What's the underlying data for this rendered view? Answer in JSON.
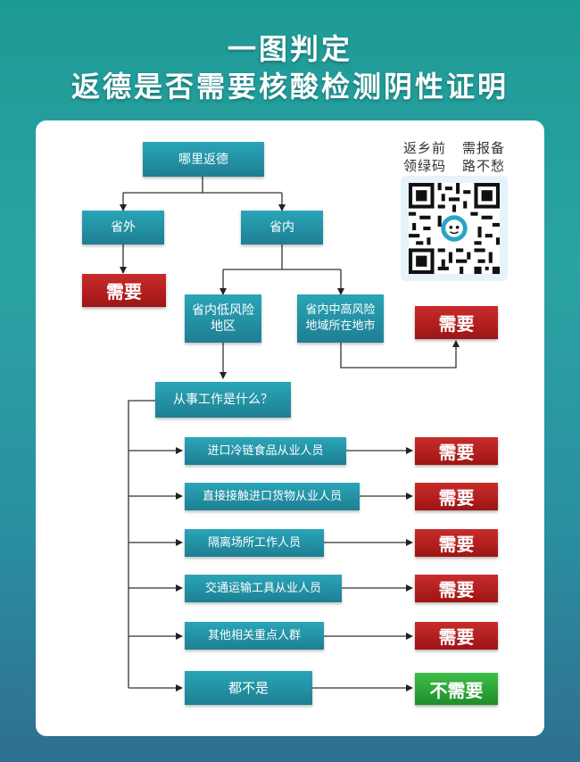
{
  "title": {
    "line1": "一图判定",
    "line2": "返德是否需要核酸检测阴性证明"
  },
  "qr": {
    "caption_left_1": "返乡前",
    "caption_left_2": "领绿码",
    "caption_right_1": "需报备",
    "caption_right_2": "路不愁"
  },
  "flow": {
    "start": "哪里返德",
    "outside": "省外",
    "inside": "省内",
    "outside_result": "需要",
    "low_risk": "省内低风险\n地区",
    "mid_high_risk": "省内中高风险\n地域所在地市",
    "mid_high_result": "需要",
    "question": "从事工作是什么？",
    "jobs": [
      {
        "label": "进口冷链食品从业人员",
        "result": "需要"
      },
      {
        "label": "直接接触进口货物从业人员",
        "result": "需要"
      },
      {
        "label": "隔离场所工作人员",
        "result": "需要"
      },
      {
        "label": "交通运输工具从业人员",
        "result": "需要"
      },
      {
        "label": "其他相关重点人群",
        "result": "需要"
      },
      {
        "label": "都不是",
        "result": "不需要"
      }
    ]
  },
  "colors": {
    "teal_box": "#1e7f92",
    "red_result": "#b01c1c",
    "green_result": "#2aa336"
  }
}
